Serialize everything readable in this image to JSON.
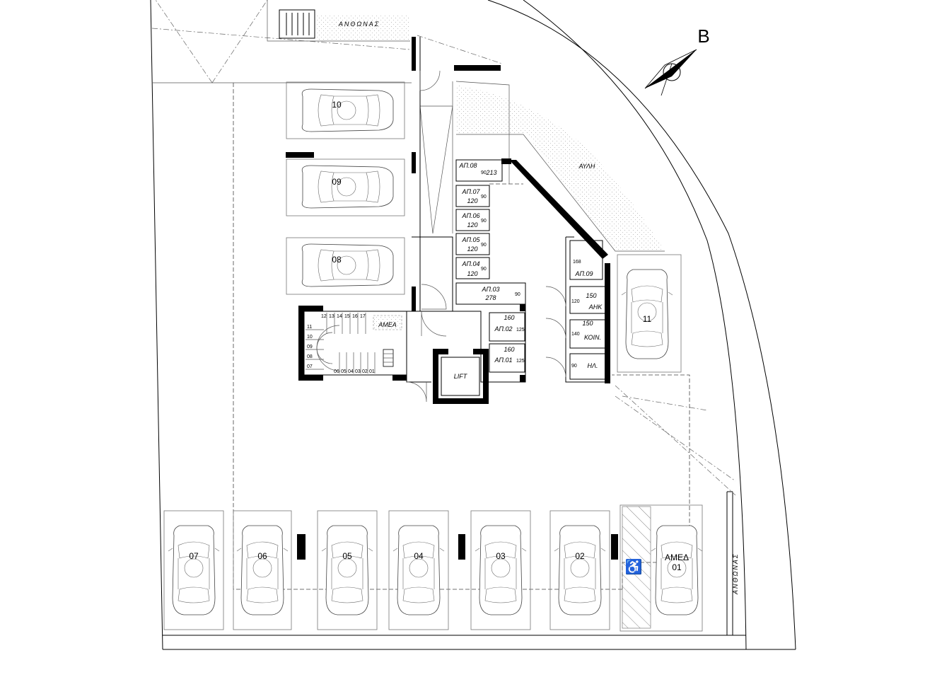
{
  "north": {
    "label": "B"
  },
  "labels": {
    "courtyard": "ΑΥΛΗ",
    "flowerbed_top": "ΑΝΘΩΝΑΣ",
    "flowerbed_right": "ΑΝΘΩΝΑΣ",
    "lift": "LIFT",
    "accessible_wc": "ΑΜΕΑ"
  },
  "parking": [
    {
      "id": "10"
    },
    {
      "id": "09"
    },
    {
      "id": "08"
    },
    {
      "id": "11"
    },
    {
      "id": "07"
    },
    {
      "id": "06"
    },
    {
      "id": "05"
    },
    {
      "id": "04"
    },
    {
      "id": "03"
    },
    {
      "id": "02"
    }
  ],
  "accessible_parking": {
    "line1": "ΑΜΕΔ",
    "line2": "01"
  },
  "storage_rooms": [
    {
      "name": "ΑΠ.08",
      "dim_w": "213",
      "dim_h": "90"
    },
    {
      "name": "ΑΠ.07",
      "dim_w": "120",
      "dim_h": "90"
    },
    {
      "name": "ΑΠ.06",
      "dim_w": "120",
      "dim_h": "90"
    },
    {
      "name": "ΑΠ.05",
      "dim_w": "120",
      "dim_h": "90"
    },
    {
      "name": "ΑΠ.04",
      "dim_w": "120",
      "dim_h": "90"
    },
    {
      "name": "ΑΠ.03",
      "dim_w": "278",
      "dim_h": "90"
    },
    {
      "name": "ΑΠ.02",
      "dim_w": "160",
      "dim_h": "125"
    },
    {
      "name": "ΑΠ.01",
      "dim_w": "160",
      "dim_h": "125"
    },
    {
      "name": "ΑΠ.09",
      "dim_w": "",
      "dim_h": "168"
    }
  ],
  "service_rooms": [
    {
      "name": "ΑΗΚ",
      "dim_w": "150",
      "dim_h": "120"
    },
    {
      "name": "ΚΟΙΝ.",
      "dim_w": "150",
      "dim_h": "140"
    },
    {
      "name": "ΗΛ.",
      "dim_w": "",
      "dim_h": "90"
    }
  ],
  "stair_steps": [
    "01",
    "02",
    "03",
    "04",
    "05",
    "06",
    "07",
    "08",
    "09",
    "10",
    "11",
    "12",
    "13",
    "14",
    "15",
    "16",
    "17"
  ]
}
